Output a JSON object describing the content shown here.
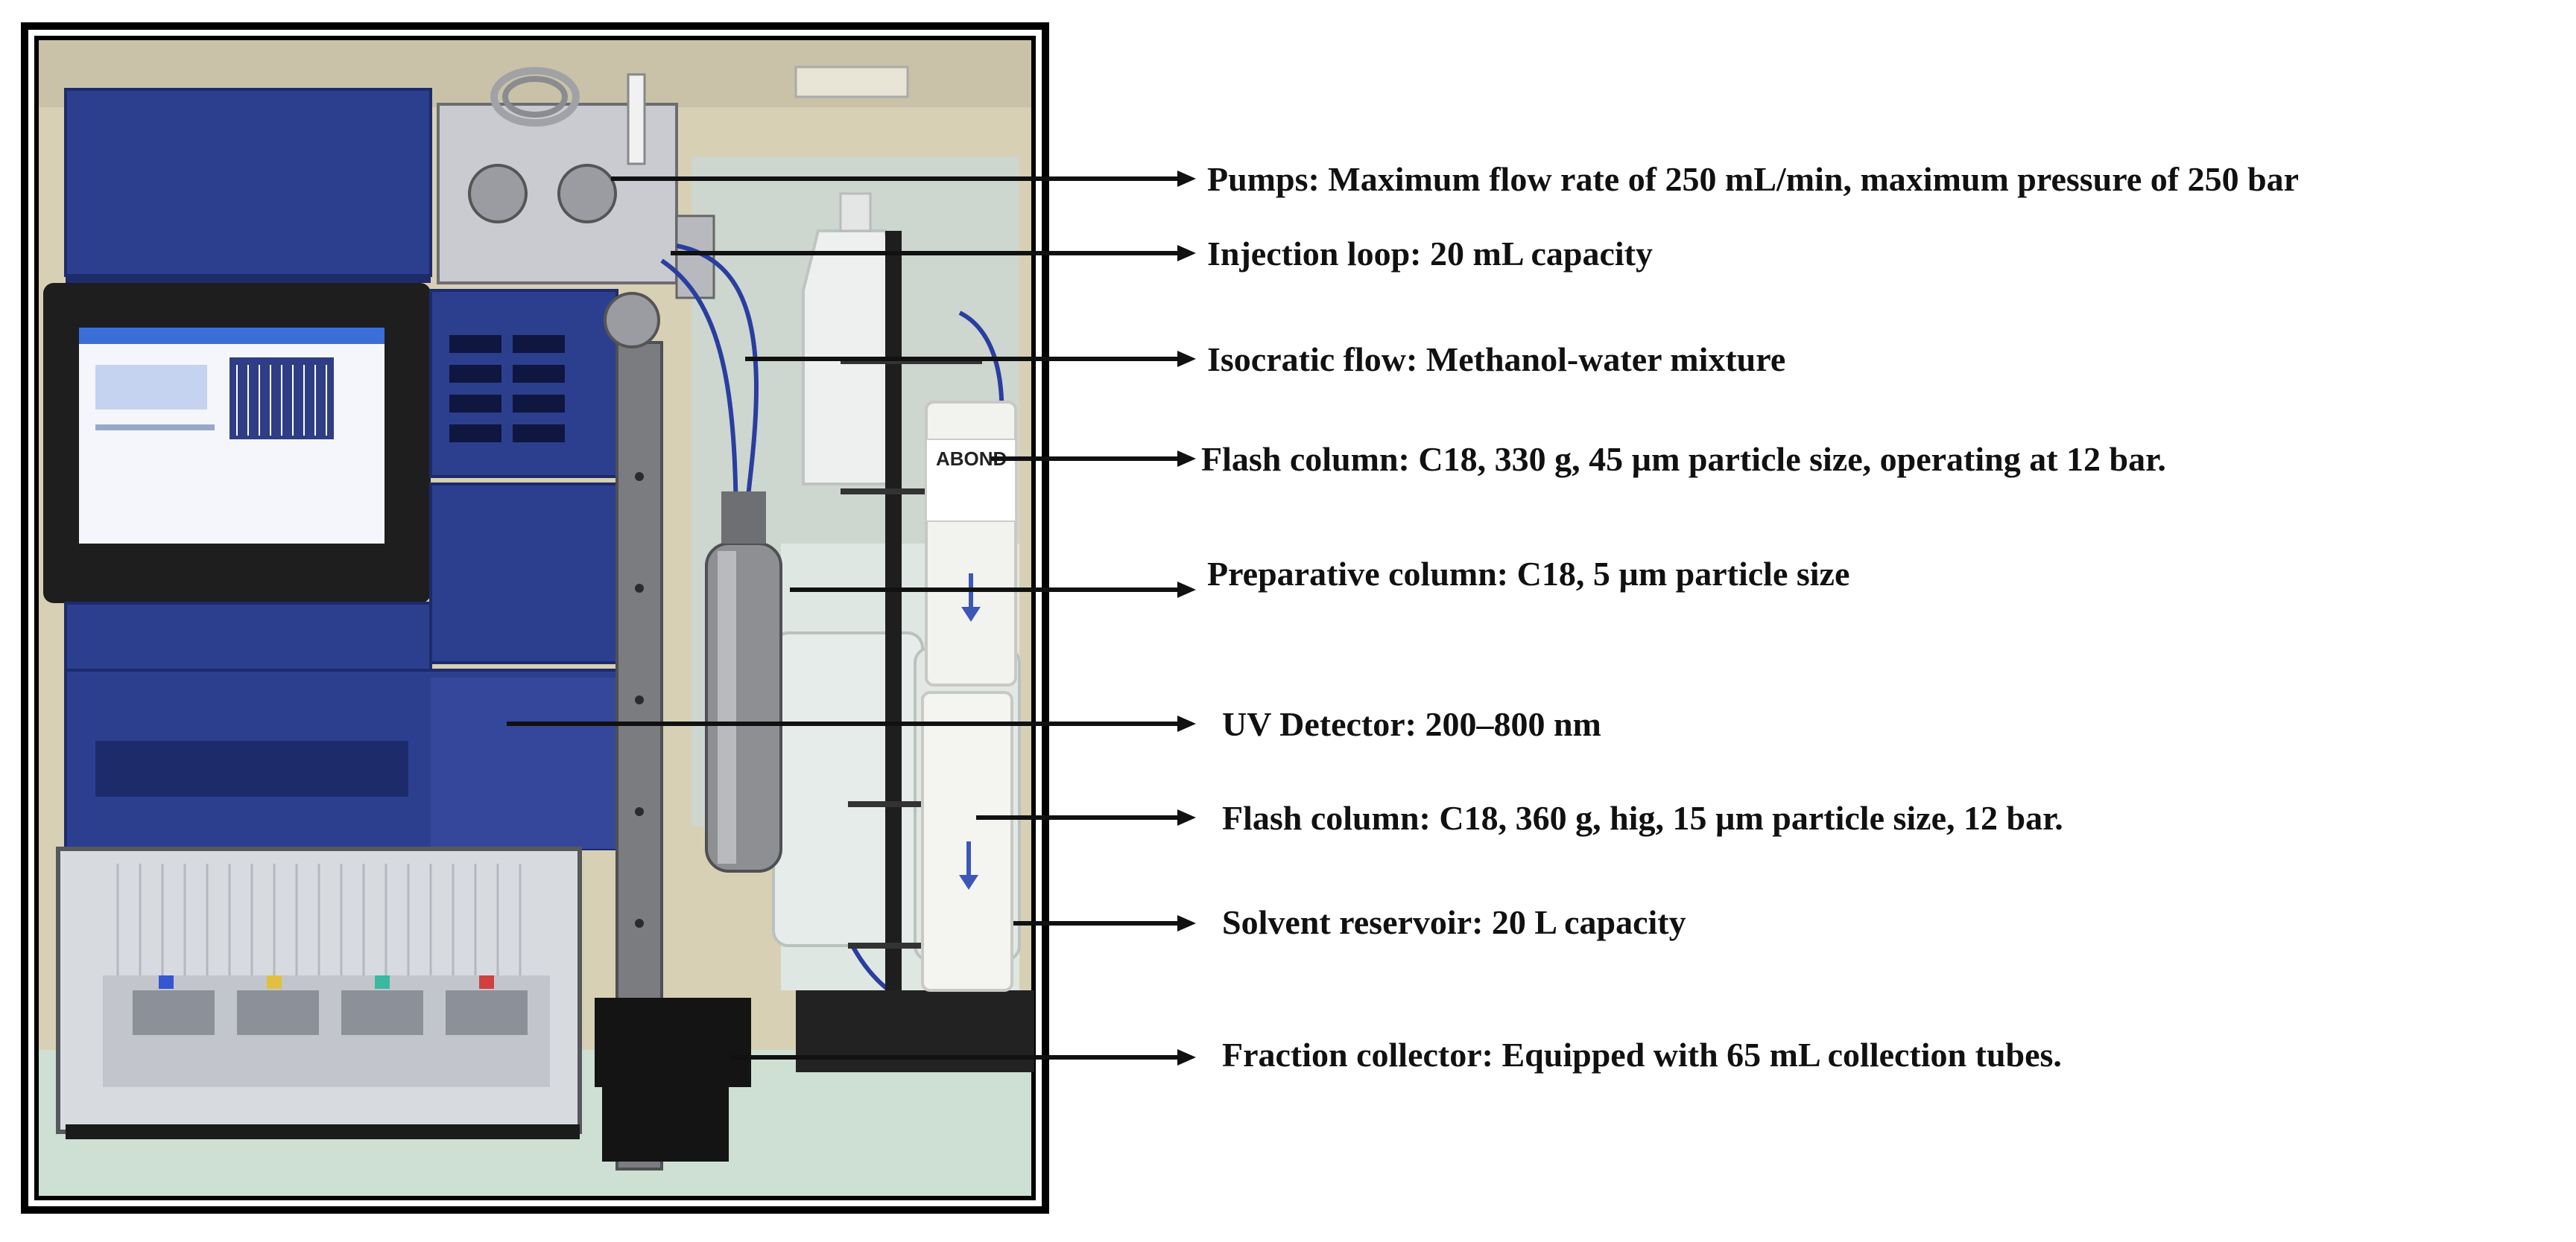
{
  "annotations": [
    "Pumps: Maximum flow rate of 250 mL/min, maximum pressure of 250 bar",
    "Injection loop: 20 mL capacity",
    "Isocratic flow: Methanol-water mixture",
    "Flash column: C18, 330 g, 45 µm particle size, operating at 12 bar.",
    "Preparative column: C18, 5 µm particle size",
    "UV Detector: 200–800 nm",
    "Flash column: C18, 360 g, hig, 15 µm particle size, 12 bar.",
    "Solvent reservoir: 20 L capacity",
    "Fraction collector: Equipped with 65 mL collection tubes."
  ],
  "photo": {
    "column_brand_text": "ABOND",
    "colors": {
      "instrument_blue": "#2c3f8f",
      "instrument_blue_dark": "#1d2b6b",
      "wall": "#d9d2b8",
      "floor": "#cfe0d6",
      "steel": "#8e8f93",
      "column_white": "#f2f2ee",
      "stand_black": "#1e1e1e",
      "screen_blue": "#3a6fd8"
    }
  }
}
